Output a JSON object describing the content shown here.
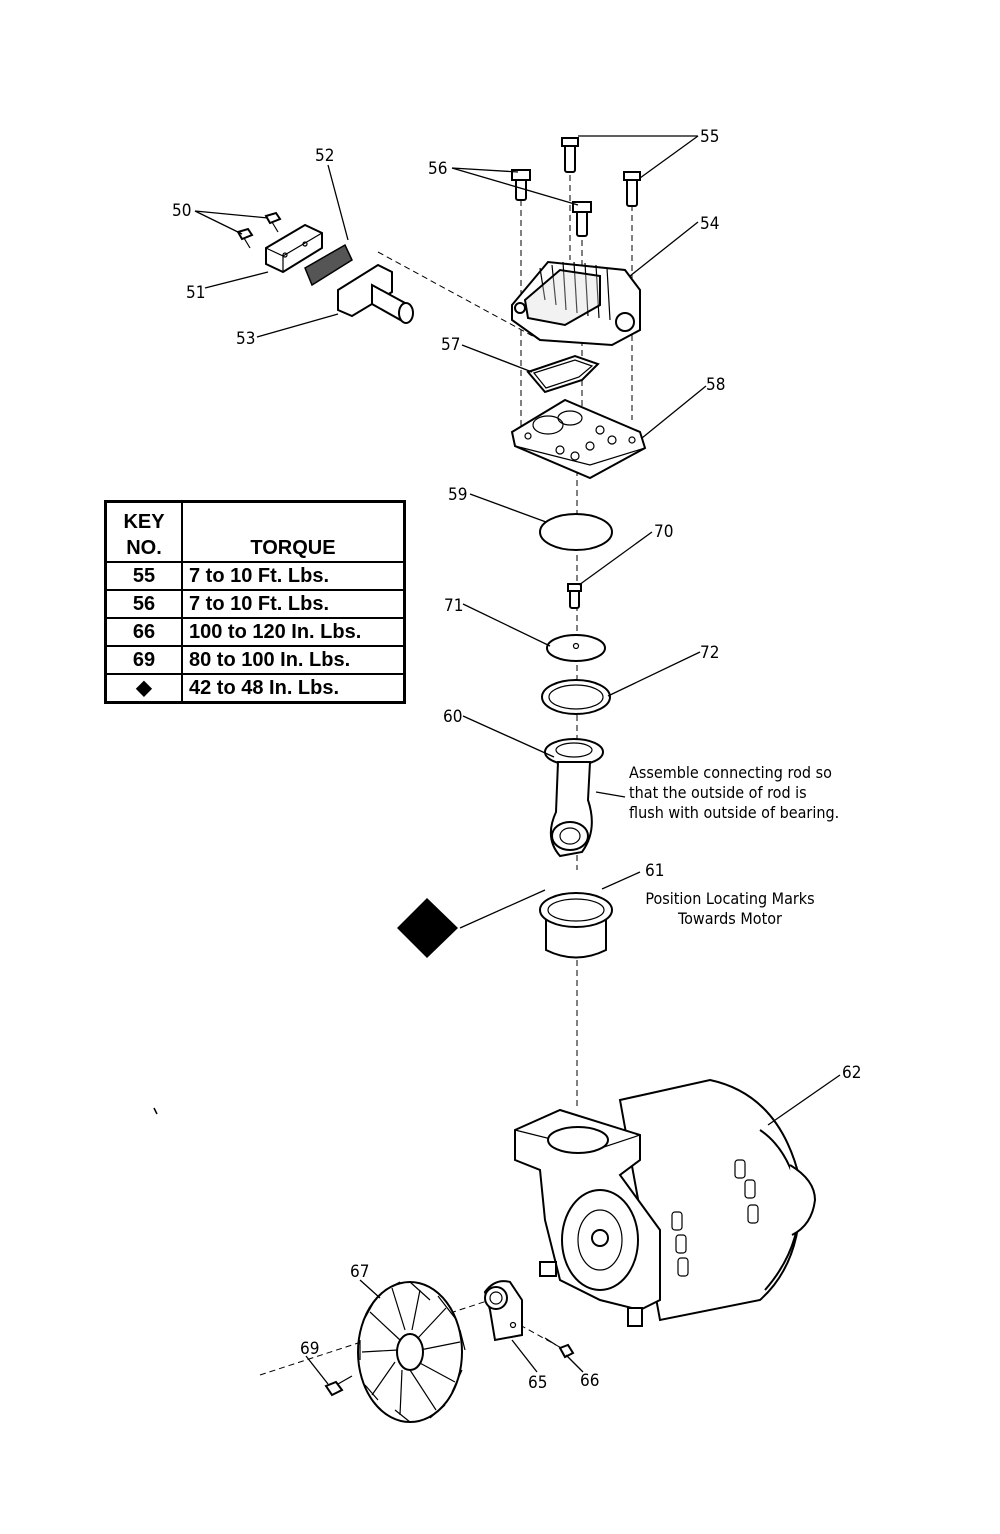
{
  "callouts": {
    "c50": "50",
    "c51": "51",
    "c52": "52",
    "c53": "53",
    "c54": "54",
    "c55": "55",
    "c56": "56",
    "c57": "57",
    "c58": "58",
    "c59": "59",
    "c60": "60",
    "c61": "61",
    "c62": "62",
    "c65": "65",
    "c66": "66",
    "c67": "67",
    "c69": "69",
    "c70": "70",
    "c71": "71",
    "c72": "72"
  },
  "notes": {
    "rod_line1": "Assemble connecting rod so",
    "rod_line2": "that the outside of rod is",
    "rod_line3": "flush with outside of bearing.",
    "marks_line1": "Position Locating Marks",
    "marks_line2": "Towards Motor"
  },
  "table": {
    "header_key_line1": "KEY",
    "header_key_line2": "NO.",
    "header_torque": "TORQUE",
    "rows": [
      {
        "key": "55",
        "torque": "7 to 10 Ft. Lbs."
      },
      {
        "key": "56",
        "torque": "7 to 10 Ft. Lbs."
      },
      {
        "key": "66",
        "torque": "100 to 120 In. Lbs."
      },
      {
        "key": "69",
        "torque": "80 to 100 In. Lbs."
      },
      {
        "key": "◆",
        "torque": "42 to 48 In. Lbs."
      }
    ]
  }
}
